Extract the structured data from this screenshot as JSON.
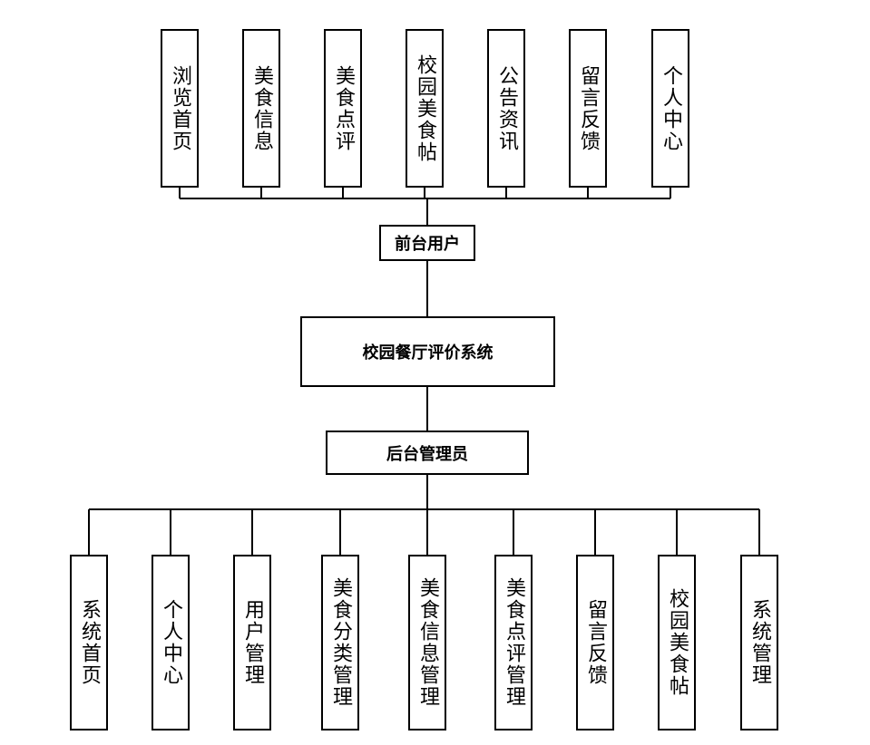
{
  "diagram": {
    "root": "校园餐厅评价系统",
    "front_role": "前台用户",
    "back_role": "后台管理员",
    "front_modules": [
      "浏览首页",
      "美食信息",
      "美食点评",
      "校园美食帖",
      "公告资讯",
      "留言反馈",
      "个人中心"
    ],
    "back_modules": [
      "系统首页",
      "个人中心",
      "用户管理",
      "美食分类管理",
      "美食信息管理",
      "美食点评管理",
      "留言反馈",
      "校园美食帖",
      "系统管理"
    ]
  }
}
